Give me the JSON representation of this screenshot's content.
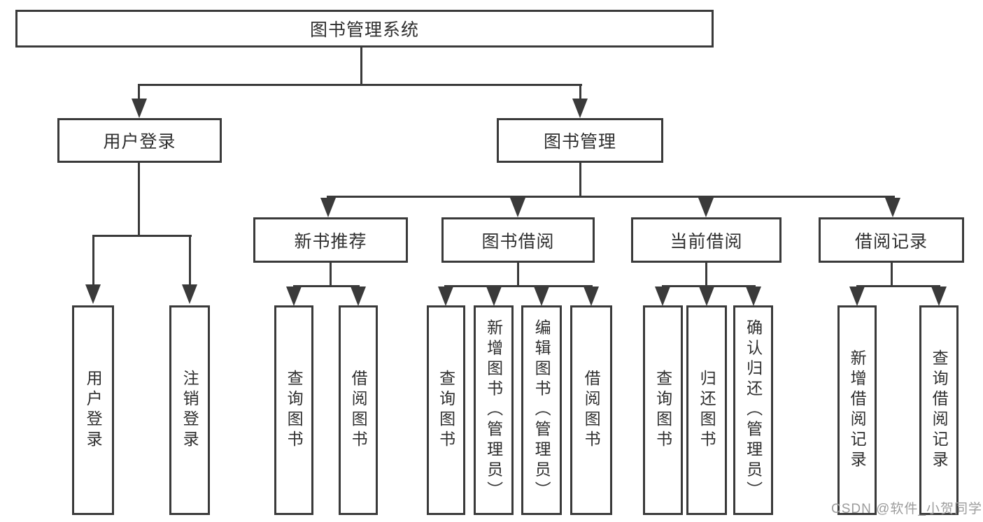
{
  "tree": {
    "label": "图书管理系统",
    "children": [
      {
        "label": "用户登录",
        "children": [
          {
            "label": "用户登录"
          },
          {
            "label": "注销登录"
          }
        ]
      },
      {
        "label": "图书管理",
        "children": [
          {
            "label": "新书推荐",
            "children": [
              {
                "label": "查询图书"
              },
              {
                "label": "借阅图书"
              }
            ]
          },
          {
            "label": "图书借阅",
            "children": [
              {
                "label": "查询图书"
              },
              {
                "label": "新增图书（管理员）"
              },
              {
                "label": "编辑图书（管理员）"
              },
              {
                "label": "借阅图书"
              }
            ]
          },
          {
            "label": "当前借阅",
            "children": [
              {
                "label": "查询图书"
              },
              {
                "label": "归还图书"
              },
              {
                "label": "确认归还（管理员）"
              }
            ]
          },
          {
            "label": "借阅记录",
            "children": [
              {
                "label": "新增借阅记录"
              },
              {
                "label": "查询借阅记录"
              }
            ]
          }
        ]
      }
    ]
  },
  "watermark": {
    "text": "CSDN @软件_小贺同学"
  },
  "colors": {
    "line": "#3a3a3a",
    "text": "#2f2f2f",
    "background": "#ffffff",
    "watermark": "#9c9c9c"
  }
}
